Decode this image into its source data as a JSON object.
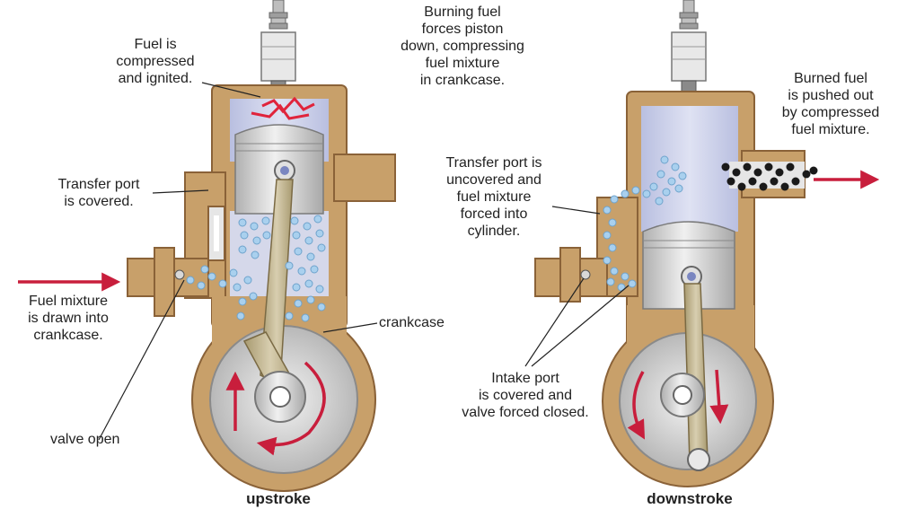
{
  "colors": {
    "casing": "#c8a06a",
    "casing_edge": "#8a6238",
    "chamber": "#c9cde6",
    "metal": "#cfcfcf",
    "metal_dark": "#8c8c8c",
    "mixture_dot": "#a9d0ee",
    "burned_dot": "#1a1a1a",
    "arrow": "#c81e3c"
  },
  "labels": {
    "burning": "Burning fuel\nforces piston\ndown, compressing\nfuel mixture\nin crankcase.",
    "fuel_compressed": "Fuel is\ncompressed\nand ignited.",
    "transfer_covered": "Transfer port\nis covered.",
    "fuel_drawn": "Fuel mixture\nis drawn into\ncrankcase.",
    "valve_open": "valve open",
    "crankcase": "crankcase",
    "burned_fuel": "Burned fuel\nis pushed out\nby compressed\nfuel mixture.",
    "transfer_uncovered": "Transfer port is\nuncovered and\nfuel mixture\nforced into\ncylinder.",
    "intake_covered": "Intake port\nis covered and\nvalve forced closed.",
    "upstroke": "upstroke",
    "downstroke": "downstroke"
  }
}
